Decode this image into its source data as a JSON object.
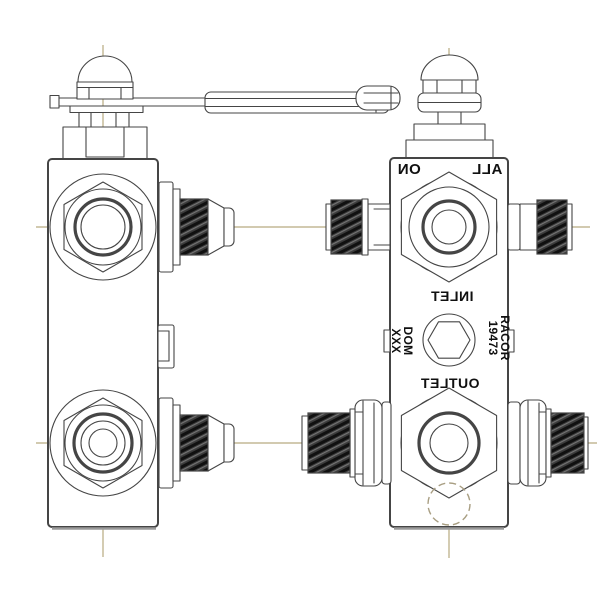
{
  "drawing": {
    "type": "technical-line-drawing",
    "subject": "Racor fuel shut-off valve, two orthographic views"
  },
  "front_view": {
    "labels": {
      "on": "ON",
      "all": "ALL",
      "inlet": "INLET",
      "outlet": "OUTLET"
    },
    "engraving": {
      "brand": "RACOR",
      "part_number": "19473",
      "origin_line1": "DOM",
      "origin_line2": "XXX"
    }
  },
  "colors": {
    "line": "#454545",
    "centerline": "#b7ab80",
    "phantom": "#a89e82",
    "threads_dark": "#2f2f2f",
    "background": "#ffffff"
  }
}
